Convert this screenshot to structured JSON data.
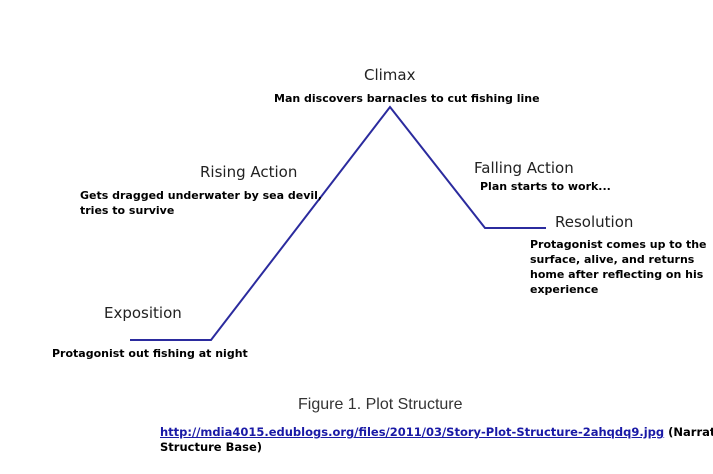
{
  "diagram": {
    "line_color": "#2b2b9e",
    "stages": [
      {
        "title": "Exposition",
        "note_lines": [
          "Protagonist out fishing at night"
        ]
      },
      {
        "title": "Rising Action",
        "note_lines": [
          "Gets dragged underwater by sea devil,",
          "tries to survive"
        ]
      },
      {
        "title": "Climax",
        "note_lines": [
          "Man discovers barnacles to cut fishing line"
        ]
      },
      {
        "title": "Falling Action",
        "note_lines": [
          "Plan starts to work..."
        ]
      },
      {
        "title": "Resolution",
        "note_lines": [
          "Protagonist comes up to the",
          "surface, alive, and returns",
          "home after reflecting on his",
          "experience"
        ]
      }
    ]
  },
  "caption": "Figure 1.  Plot Structure",
  "citation": {
    "url": "http://mdia4015.edublogs.org/files/2011/03/Story-Plot-Structure-2ahqdq9.jpg",
    "suffix_line1": " (Narrative",
    "suffix_line2": "Structure Base)"
  }
}
